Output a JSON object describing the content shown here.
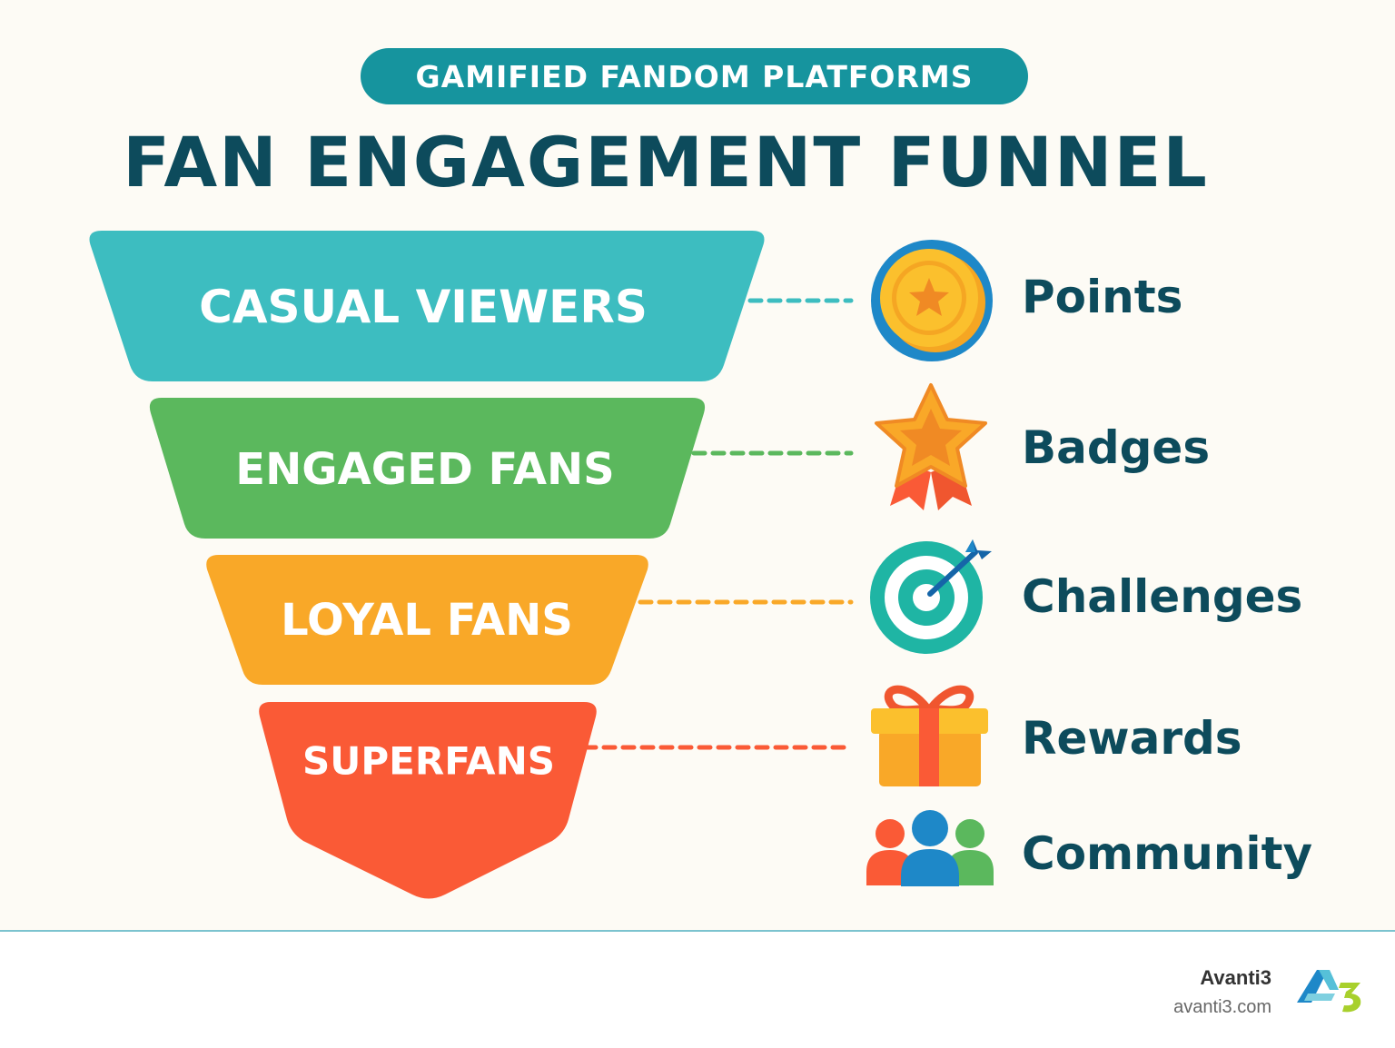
{
  "header": {
    "category_pill": "GAMIFIED FANDOM PLATFORMS",
    "title": "FAN ENGAGEMENT FUNNEL"
  },
  "funnel": {
    "stages": [
      {
        "label": "CASUAL VIEWERS",
        "color": "#3dbdc0"
      },
      {
        "label": "ENGAGED FANS",
        "color": "#5bb85d"
      },
      {
        "label": "LOYAL FANS",
        "color": "#f9a828"
      },
      {
        "label": "SUPERFANS",
        "color": "#fa5a36"
      }
    ]
  },
  "features": [
    {
      "label": "Points",
      "icon": "coin-star-icon",
      "connector_color": "#3dbdc0"
    },
    {
      "label": "Badges",
      "icon": "star-badge-icon",
      "connector_color": "#5bb85d"
    },
    {
      "label": "Challenges",
      "icon": "target-icon",
      "connector_color": "#f9a828"
    },
    {
      "label": "Rewards",
      "icon": "gift-icon",
      "connector_color": "#fa5a36"
    },
    {
      "label": "Community",
      "icon": "community-icon"
    }
  ],
  "footer": {
    "brand_name": "Avanti3",
    "brand_url": "avanti3.com",
    "logo_icon": "avanti3-logo-icon"
  },
  "colors": {
    "background": "#fdfbf5",
    "title": "#0d4b5c",
    "pill": "#16949e",
    "footer_rule": "#7cc3cf"
  }
}
